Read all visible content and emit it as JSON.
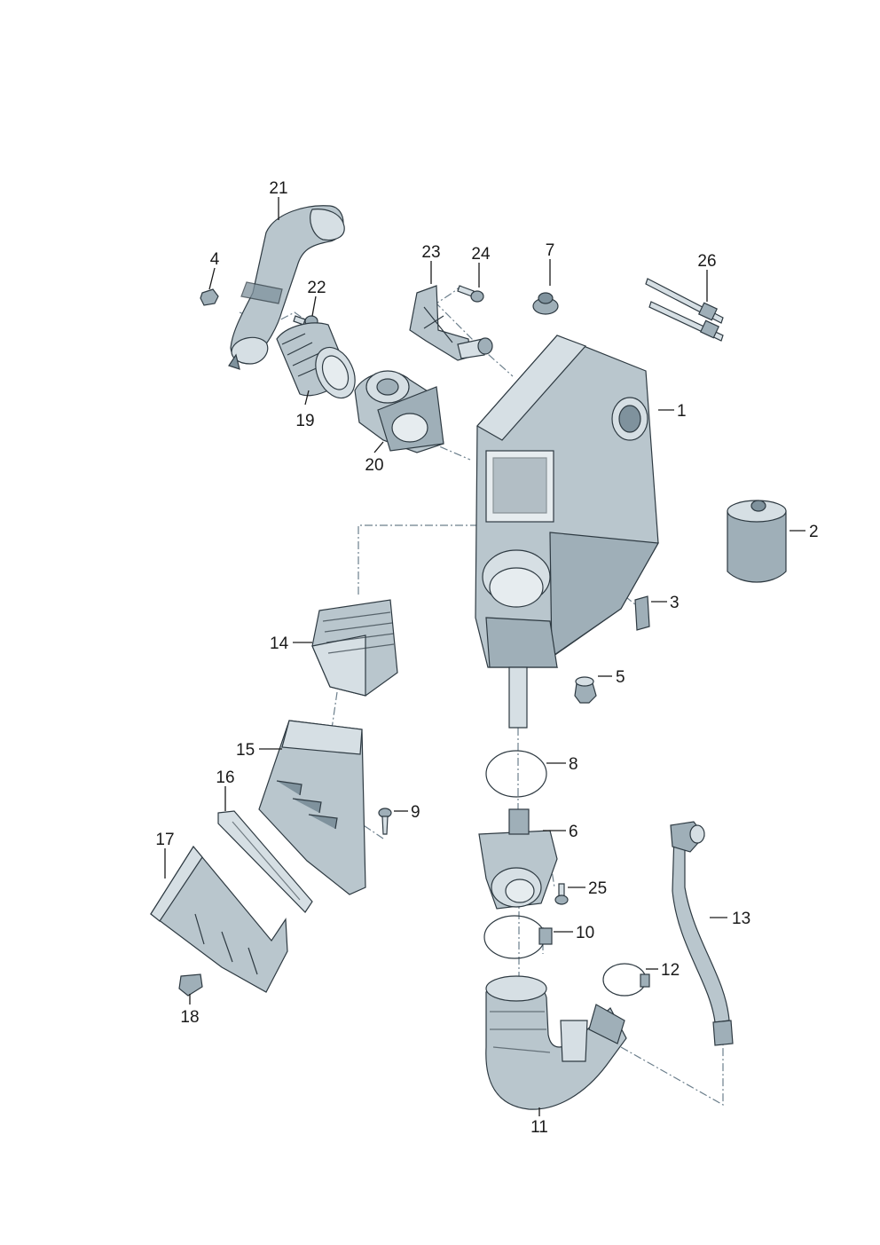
{
  "diagram": {
    "callouts": {
      "c1": "1",
      "c2": "2",
      "c3": "3",
      "c4": "4",
      "c5": "5",
      "c6": "6",
      "c7": "7",
      "c8": "8",
      "c9": "9",
      "c10": "10",
      "c11": "11",
      "c12": "12",
      "c13": "13",
      "c14": "14",
      "c15": "15",
      "c16": "16",
      "c17": "17",
      "c18": "18",
      "c19": "19",
      "c20": "20",
      "c21": "21",
      "c22": "22",
      "c23": "23",
      "c24": "24",
      "c25": "25",
      "c26": "26"
    },
    "colors": {
      "part_light": "#d6dfe4",
      "part_mid": "#b9c6cd",
      "part_dark": "#7f929d",
      "outline": "#2e3a42",
      "dash_line": "#6c7f8c",
      "text": "#1a1a1a"
    }
  }
}
